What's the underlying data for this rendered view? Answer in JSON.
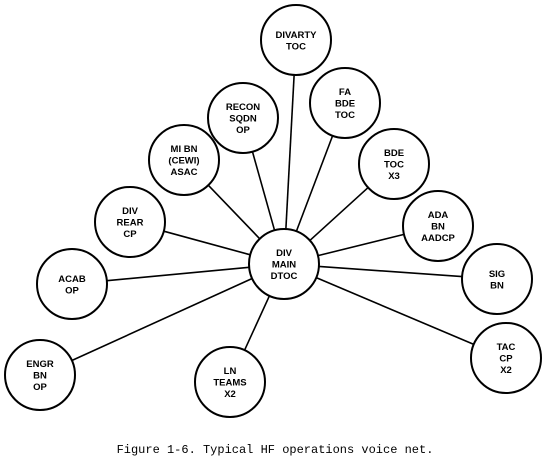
{
  "hub": {
    "id": "div-main-dtoc",
    "lines": [
      "DIV",
      "MAIN",
      "DTOC"
    ]
  },
  "nodes": [
    {
      "id": "divarty-toc",
      "lines": [
        "DIVARTY",
        "TOC"
      ]
    },
    {
      "id": "recon-sqdn-op",
      "lines": [
        "RECON",
        "SQDN",
        "OP"
      ]
    },
    {
      "id": "fa-bde-toc",
      "lines": [
        "FA",
        "BDE",
        "TOC"
      ]
    },
    {
      "id": "mi-bn-cewi-asac",
      "lines": [
        "MI BN",
        "(CEWI)",
        "ASAC"
      ]
    },
    {
      "id": "bde-toc-x3",
      "lines": [
        "BDE",
        "TOC",
        "X3"
      ]
    },
    {
      "id": "div-rear-cp",
      "lines": [
        "DIV",
        "REAR",
        "CP"
      ]
    },
    {
      "id": "ada-bn-aadcp",
      "lines": [
        "ADA",
        "BN",
        "AADCP"
      ]
    },
    {
      "id": "acab-op",
      "lines": [
        "ACAB",
        "OP"
      ]
    },
    {
      "id": "sig-bn",
      "lines": [
        "SIG",
        "BN"
      ]
    },
    {
      "id": "engr-bn-op",
      "lines": [
        "ENGR",
        "BN",
        "OP"
      ]
    },
    {
      "id": "ln-teams-x2",
      "lines": [
        "LN",
        "TEAMS",
        "X2"
      ]
    },
    {
      "id": "tac-cp-x2",
      "lines": [
        "TAC",
        "CP",
        "X2"
      ]
    }
  ],
  "caption": "Figure 1-6. Typical HF operations voice net."
}
